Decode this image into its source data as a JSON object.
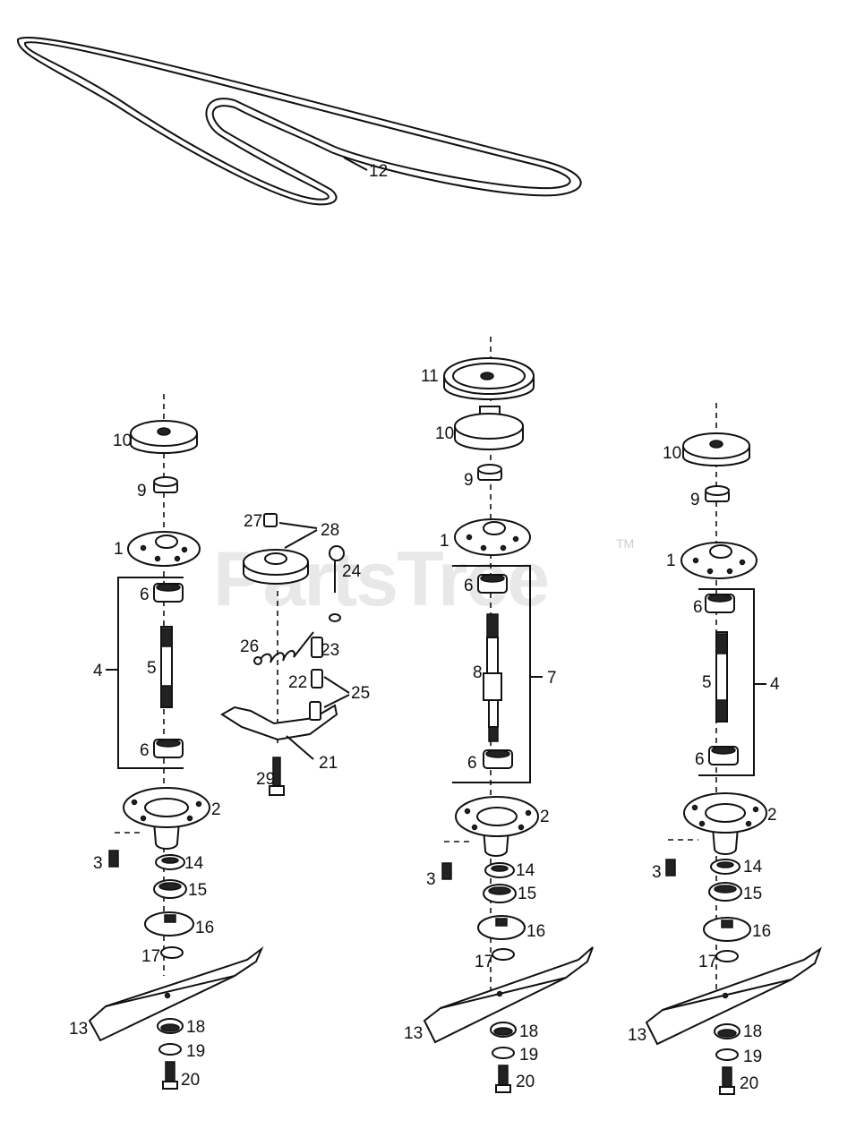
{
  "watermark": {
    "text": "PartsTree",
    "trademark": "TM"
  },
  "callouts": {
    "belt": "12",
    "left": {
      "pulley": "10",
      "washer": "9",
      "housing_plate": "1",
      "spindle_group": "4",
      "bearing_top": "6",
      "shaft": "5",
      "bearing_bottom": "6",
      "housing": "2",
      "screw": "3",
      "seal": "14",
      "bearing_retainer": "15",
      "blade_adapter": "16",
      "lock_washer": "17",
      "blade": "13",
      "blade_washer": "18",
      "star_washer": "19",
      "bolt": "20"
    },
    "idler": {
      "nut": "27",
      "idler_pulley_group": "28",
      "eye_bolt": "24",
      "spring": "26",
      "spacer": "23",
      "bushing": "22",
      "pivot_group": "25",
      "idler_arm": "21",
      "pivot_bolt": "29"
    },
    "center": {
      "pulley_large": "11",
      "pulley_small": "10",
      "washer": "9",
      "housing_plate": "1",
      "bearing_top": "6",
      "shaft": "8",
      "spindle_group": "7",
      "bearing_bottom": "6",
      "housing": "2",
      "screw": "3",
      "seal": "14",
      "bearing_retainer": "15",
      "blade_adapter": "16",
      "lock_washer": "17",
      "blade": "13",
      "blade_washer": "18",
      "star_washer": "19",
      "bolt": "20"
    },
    "right": {
      "pulley": "10",
      "washer": "9",
      "housing_plate": "1",
      "spindle_group": "4",
      "bearing_top": "6",
      "shaft": "5",
      "bearing_bottom": "6",
      "housing": "2",
      "screw": "3",
      "seal": "14",
      "bearing_retainer": "15",
      "blade_adapter": "16",
      "lock_washer": "17",
      "blade": "13",
      "blade_washer": "18",
      "star_washer": "19",
      "bolt": "20"
    }
  }
}
